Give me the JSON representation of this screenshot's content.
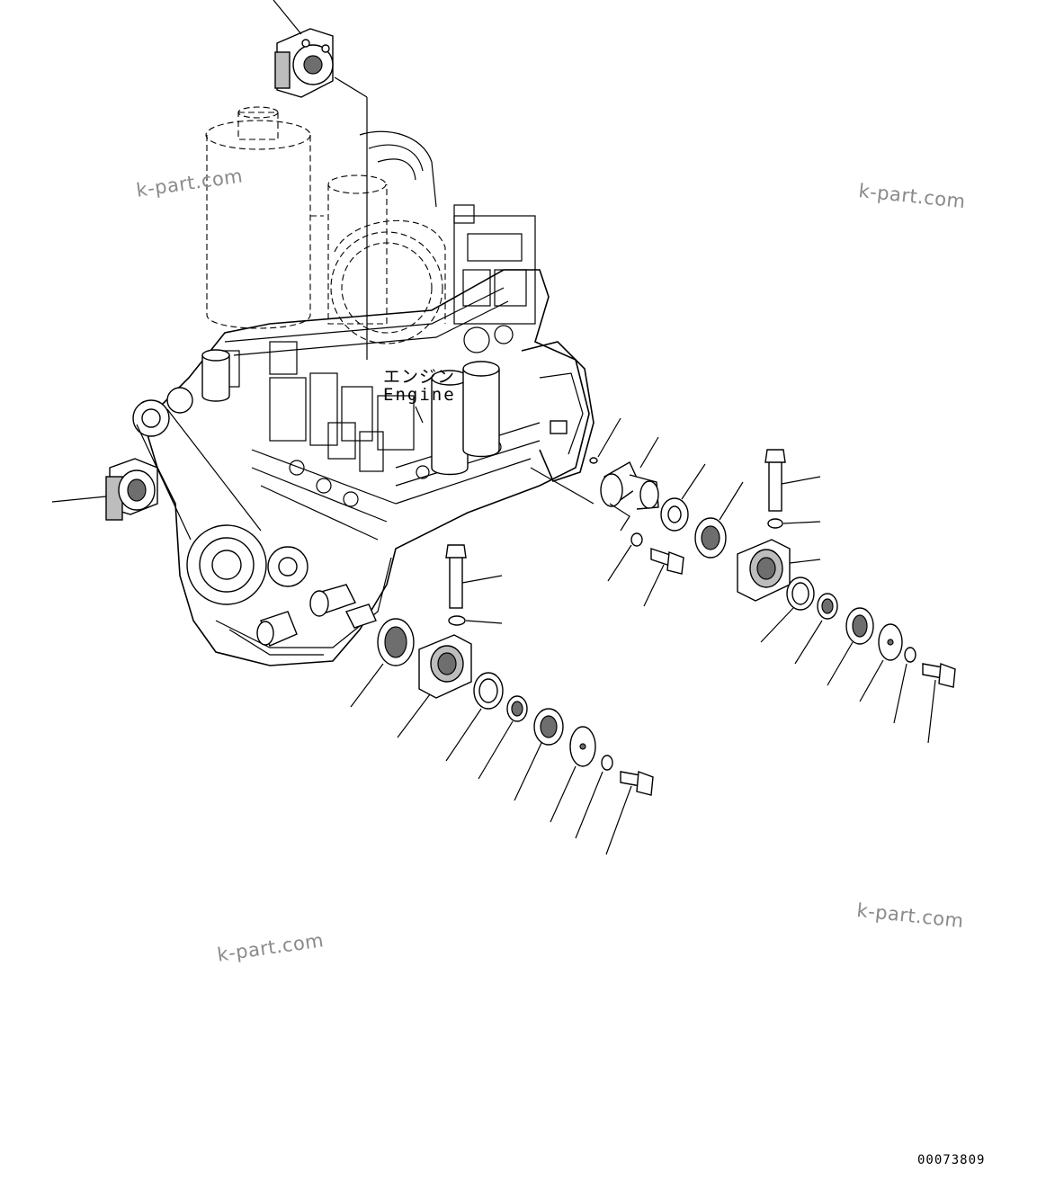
{
  "engine_label": {
    "jp": "エンジン",
    "en": "Engine"
  },
  "watermarks": [
    "k-part.com",
    "k-part.com",
    "k-part.com",
    "k-part.com"
  ],
  "document_id": "00073809"
}
